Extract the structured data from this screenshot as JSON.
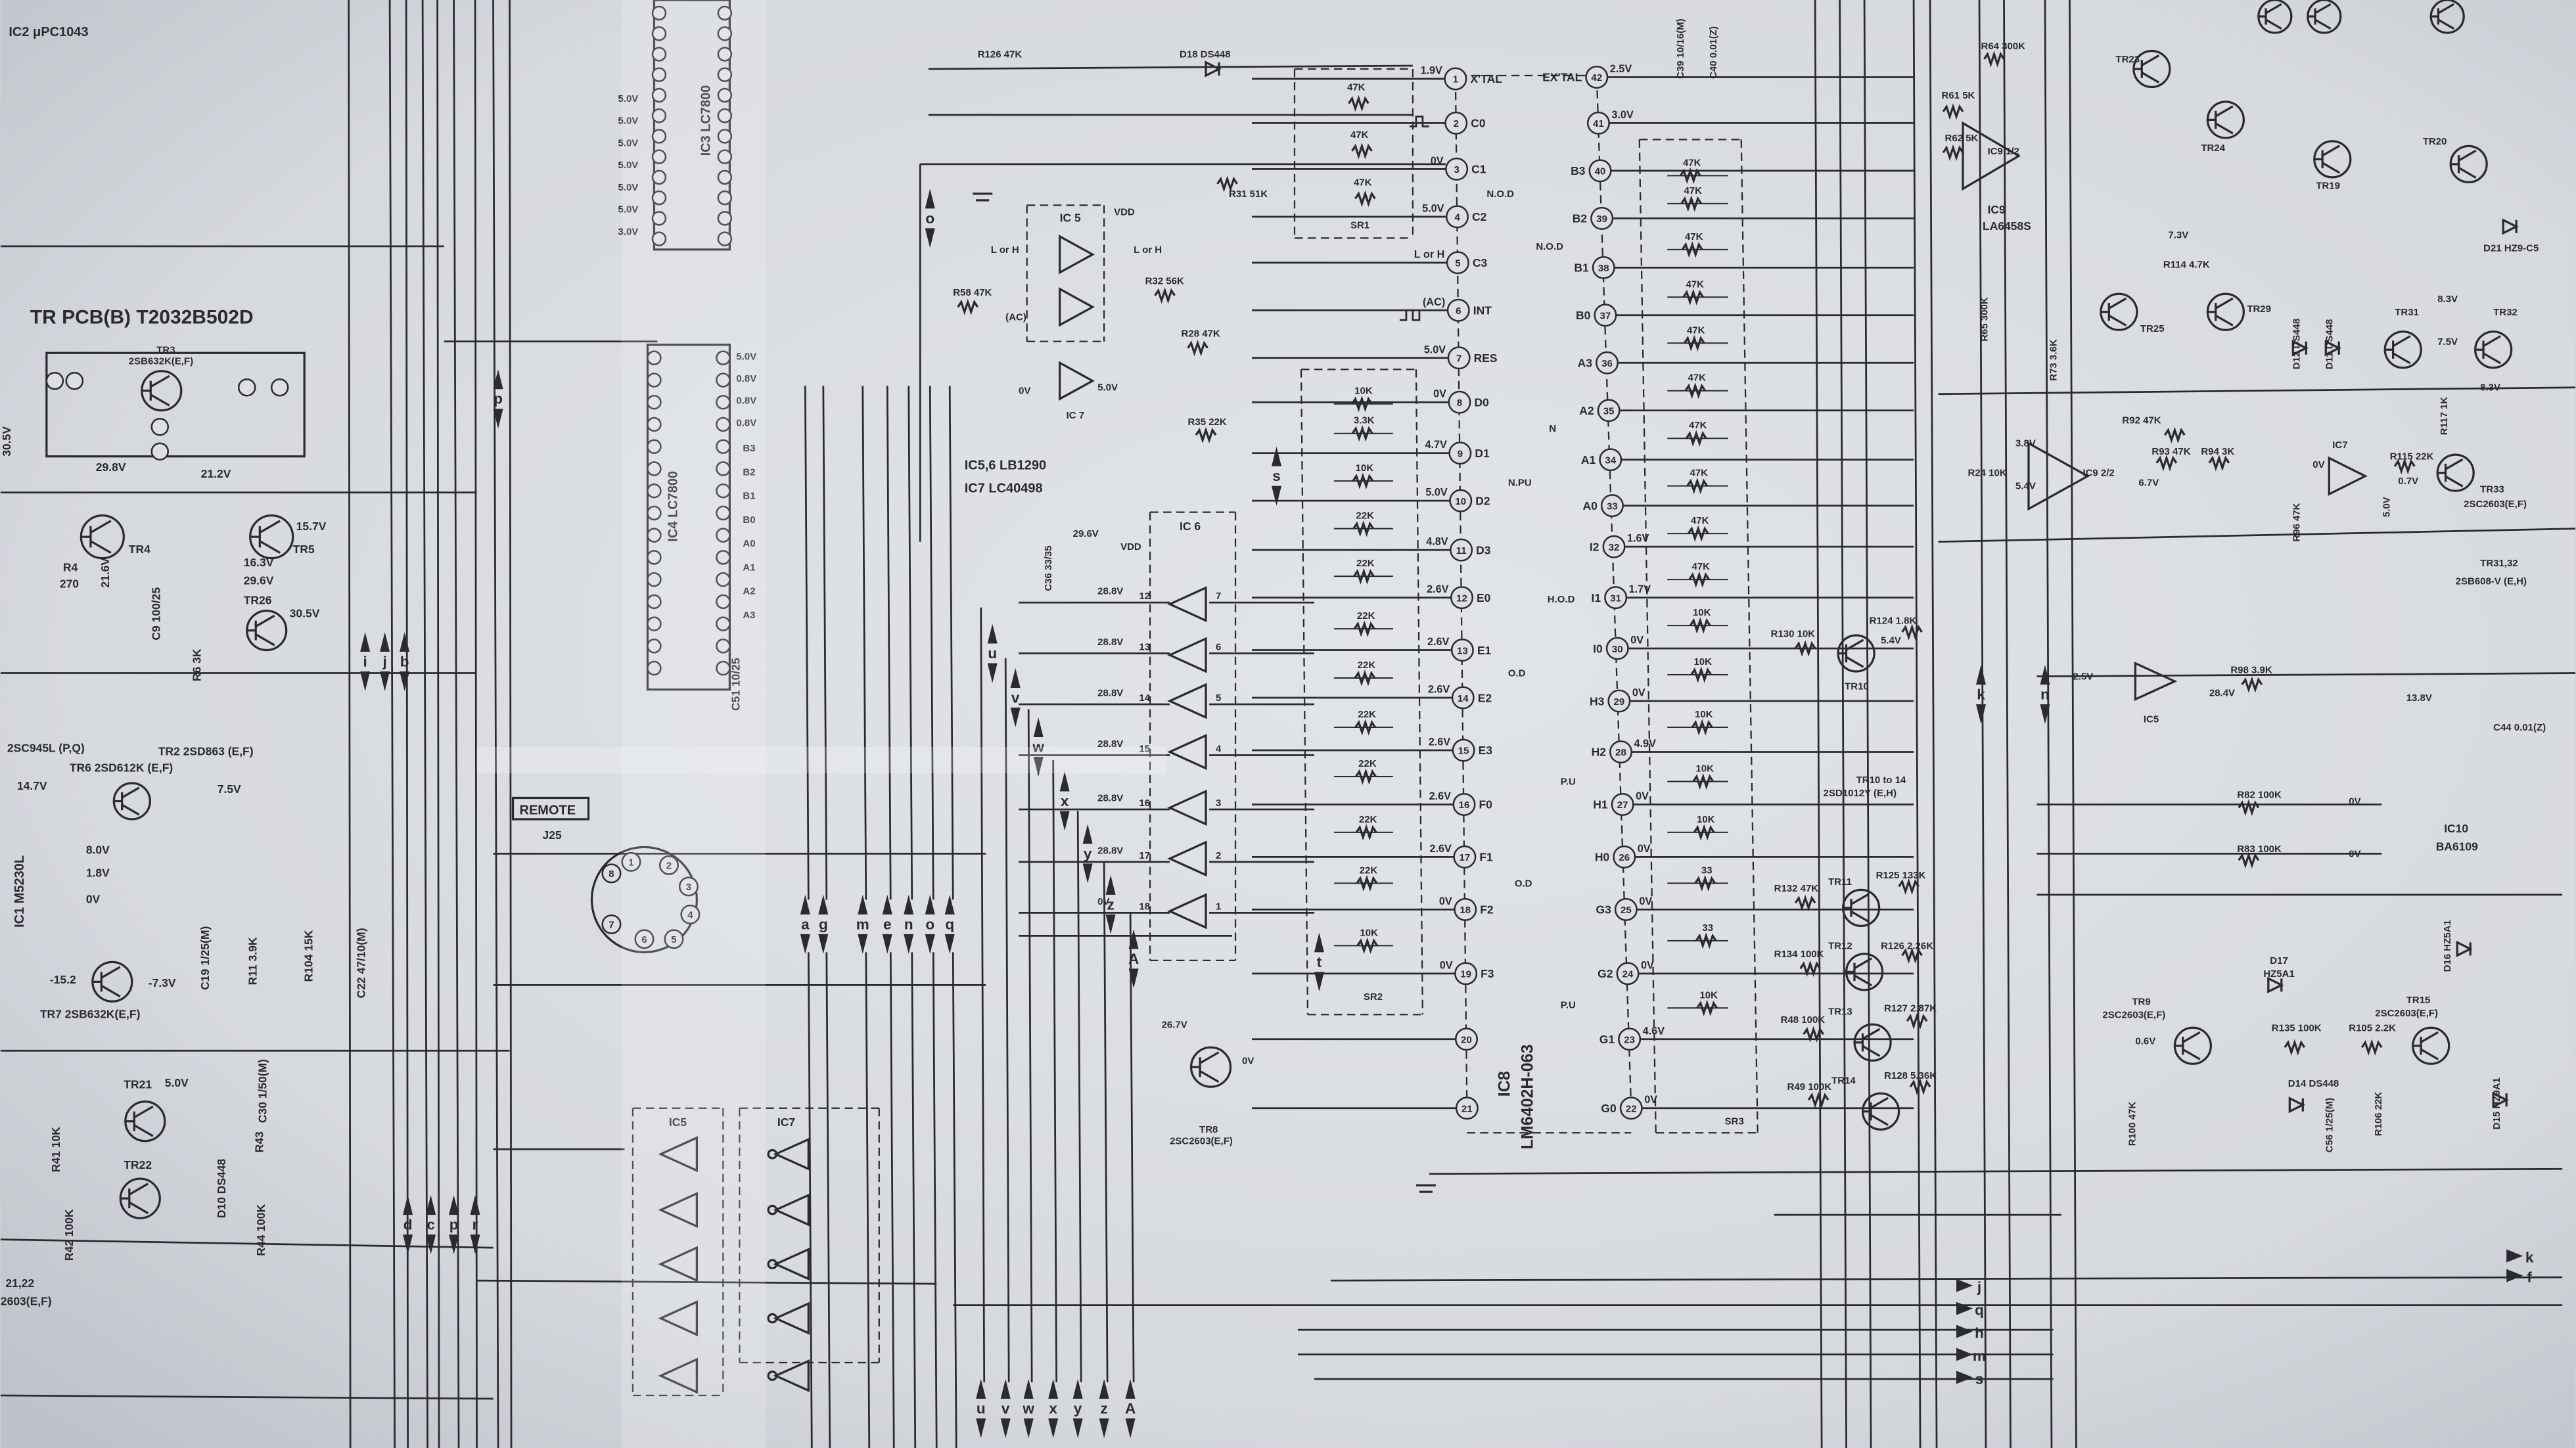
{
  "colors": {
    "paper": "#dcdfe3",
    "ink": "#2a2b30",
    "tape": "#ffffff"
  },
  "ic8": {
    "name": "IC8",
    "part": "LM6402H-063",
    "left_pins": [
      {
        "num": "1",
        "name": "X'TAL",
        "v": "1.9V"
      },
      {
        "num": "2",
        "name": "C0",
        "v": ""
      },
      {
        "num": "3",
        "name": "C1",
        "v": "0V"
      },
      {
        "num": "4",
        "name": "C2",
        "v": "5.0V"
      },
      {
        "num": "5",
        "name": "C3",
        "v": "L or H"
      },
      {
        "num": "6",
        "name": "INT",
        "v": "(AC)"
      },
      {
        "num": "7",
        "name": "RES",
        "v": "5.0V"
      },
      {
        "num": "8",
        "name": "D0",
        "v": "0V"
      },
      {
        "num": "9",
        "name": "D1",
        "v": "4.7V"
      },
      {
        "num": "10",
        "name": "D2",
        "v": "5.0V"
      },
      {
        "num": "11",
        "name": "D3",
        "v": "4.8V"
      },
      {
        "num": "12",
        "name": "E0",
        "v": "2.6V"
      },
      {
        "num": "13",
        "name": "E1",
        "v": "2.6V"
      },
      {
        "num": "14",
        "name": "E2",
        "v": "2.6V"
      },
      {
        "num": "15",
        "name": "E3",
        "v": "2.6V"
      },
      {
        "num": "16",
        "name": "F0",
        "v": "2.6V"
      },
      {
        "num": "17",
        "name": "F1",
        "v": "2.6V"
      },
      {
        "num": "18",
        "name": "F2",
        "v": "0V"
      },
      {
        "num": "19",
        "name": "F3",
        "v": "0V"
      },
      {
        "num": "20",
        "name": "",
        "v": ""
      },
      {
        "num": "21",
        "name": "",
        "v": ""
      }
    ],
    "right_pins": [
      {
        "num": "42",
        "name": "EX'TAL",
        "v": "2.5V"
      },
      {
        "num": "41",
        "name": "",
        "v": "3.0V"
      },
      {
        "num": "40",
        "name": "B3",
        "v": ""
      },
      {
        "num": "39",
        "name": "B2",
        "v": ""
      },
      {
        "num": "38",
        "name": "B1",
        "v": ""
      },
      {
        "num": "37",
        "name": "B0",
        "v": ""
      },
      {
        "num": "36",
        "name": "A3",
        "v": ""
      },
      {
        "num": "35",
        "name": "A2",
        "v": ""
      },
      {
        "num": "34",
        "name": "A1",
        "v": ""
      },
      {
        "num": "33",
        "name": "A0",
        "v": ""
      },
      {
        "num": "32",
        "name": "I2",
        "v": "1.6V"
      },
      {
        "num": "31",
        "name": "I1",
        "v": "1.7V"
      },
      {
        "num": "30",
        "name": "I0",
        "v": "0V"
      },
      {
        "num": "29",
        "name": "H3",
        "v": "0V"
      },
      {
        "num": "28",
        "name": "H2",
        "v": "4.9V"
      },
      {
        "num": "27",
        "name": "H1",
        "v": "0V"
      },
      {
        "num": "26",
        "name": "H0",
        "v": "0V"
      },
      {
        "num": "25",
        "name": "G3",
        "v": "0V"
      },
      {
        "num": "24",
        "name": "G2",
        "v": "0V"
      },
      {
        "num": "23",
        "name": "G1",
        "v": "4.6V"
      },
      {
        "num": "22",
        "name": "G0",
        "v": "0V"
      }
    ]
  },
  "sr2_values": [
    "10K",
    "3.3K",
    "10K",
    "22K",
    "22K",
    "22K",
    "22K",
    "22K",
    "22K",
    "22K",
    "22K",
    "10K"
  ],
  "sr3_values": [
    "47K",
    "47K",
    "47K",
    "47K",
    "47K",
    "47K",
    "47K",
    "47K",
    "47K",
    "47K",
    "10K",
    "10K",
    "10K",
    "10K",
    "10K",
    "33",
    "33",
    "10K"
  ],
  "ic6": {
    "in_pins": [
      "12",
      "13",
      "14",
      "15",
      "16",
      "17",
      "18"
    ],
    "out_pins": [
      "7",
      "6",
      "5",
      "4",
      "3",
      "2",
      "1"
    ],
    "voltages": [
      "28.8V",
      "28.8V",
      "28.8V",
      "28.8V",
      "28.8V",
      "28.8V",
      "0V"
    ]
  },
  "ic3_voltages": [
    "5.0V",
    "5.0V",
    "5.0V",
    "5.0V",
    "5.0V",
    "5.0V",
    "3.0V"
  ],
  "ic4_voltages": [
    "5.0V",
    "0.8V",
    "0.8V",
    "0.8V"
  ],
  "ic4_pin_names": [
    "B3",
    "B2",
    "B1",
    "B0",
    "A0",
    "A1",
    "A2",
    "A3"
  ],
  "j25_pins": [
    "1",
    "2",
    "3",
    "4",
    "5",
    "6",
    "7",
    "8"
  ],
  "bus_letters": [
    "p",
    "i",
    "j",
    "b",
    "d",
    "c",
    "p",
    "r",
    "a",
    "g",
    "m",
    "e",
    "n",
    "o",
    "q",
    "o",
    "u",
    "v",
    "w",
    "x",
    "y",
    "z",
    "A",
    "s",
    "t",
    "k",
    "n",
    "u",
    "v",
    "w",
    "x",
    "y",
    "z",
    "A",
    "j",
    "q",
    "h",
    "m",
    "s",
    "k",
    "f"
  ],
  "labels": [
    "IC2 μPC1043",
    "TR PCB(B) T2032B502D",
    "TR3",
    "2SB632K(E,F)",
    "30.5V",
    "29.8V",
    "21.2V",
    "TR4",
    "TR5",
    "15.7V",
    "16.3V",
    "29.6V",
    "TR26",
    "30.5V",
    "R4",
    "270",
    "21.6V",
    "C9 100/25",
    "R6 3K",
    "2SC945L (P,Q)",
    "TR2 2SD863 (E,F)",
    "TR6 2SD612K (E,F)",
    "14.7V",
    "7.5V",
    "IC1 M5230L",
    "8.0V",
    "1.8V",
    "0V",
    "-15.2",
    "-7.3V",
    "TR7 2SB632K(E,F)",
    "R11 3.9K",
    "R104 15K",
    "C22 47/10(M)",
    "C19 1/25(M)",
    "TR21",
    "5.0V",
    "TR22",
    "R41 10K",
    "D10 DS448",
    "R43",
    "R44 100K",
    "R42 100K",
    "21,22",
    "2603(E,F)",
    "C30 1/50(M)",
    "REMOTE",
    "J25",
    "IC3 LC7800",
    "IC4 LC7800",
    "C51 10/25",
    "R126 47K",
    "D18 DS448",
    "IC 5",
    "VDD",
    "L or H",
    "L or H",
    "R58 47K",
    "(AC)",
    "R31 51K",
    "R32 56K",
    "R28 47K",
    "IC 7",
    "0V",
    "5.0V",
    "R35 22K",
    "IC5,6   LB1290",
    "IC7     LC40498",
    "IC 6",
    "29.6V",
    "VDD",
    "C36 33/35",
    "47K",
    "47K",
    "47K",
    "SR1",
    "SR2",
    "N.O.D",
    "N.PU",
    "O.D",
    "O.D",
    "N.O.D",
    "N",
    "H.O.D",
    "P.U",
    "P.U",
    "IC8",
    "LM6402H-063",
    "SR3",
    "R130 10K",
    "TR10",
    "R124 1.8K",
    "5.4V",
    "TR10 to 14",
    "2SD1012Y (E,H)",
    "R132 47K",
    "TR11",
    "R125 133K",
    "R134 100K",
    "TR12",
    "R126 2.26K",
    "R48 100K",
    "TR13",
    "R127 2.87K",
    "R49 100K",
    "TR14",
    "R128 5.36K",
    "26.7V",
    "0V",
    "TR8",
    "2SC2603(E,F)",
    "IC5",
    "IC7",
    "R64 300K",
    "R61 5K",
    "R62 5K",
    "IC9 1/2",
    "IC9",
    "LA6458S",
    "R65 300K",
    "TR23",
    "TR24",
    "TR25",
    "TR29",
    "R114 4.7K",
    "7.3V",
    "TR31",
    "TR32",
    "8.3V",
    "7.5V",
    "8.3V",
    "D21 HZ9-C5",
    "TR20",
    "R92 47K",
    "IC9 2/2",
    "3.8V",
    "5.4V",
    "6.7V",
    "R93 47K",
    "R94 3K",
    "R24 10K",
    "IC7",
    "R115 22K",
    "0.7V",
    "TR33",
    "2SC2603(E,F)",
    "TR31,32",
    "2SB608-V (E,H)",
    "2.5V",
    "IC5",
    "R98 3.9K",
    "28.4V",
    "13.8V",
    "C44 0.01(Z)",
    "R82 100K",
    "R83 100K",
    "IC10",
    "BA6109",
    "0V",
    "0V",
    "D16 HZ5A1",
    "D17",
    "HZ5A1",
    "TR9",
    "2SC2603(E,F)",
    "0.6V",
    "TR15",
    "2SC2603(E,F)",
    "R135 100K",
    "R105 2.2K",
    "D14 DS448",
    "R100 47K",
    "R106 22K",
    "D15 HZ9A1",
    "C56 1/25(M)",
    "C39 10/16(M)",
    "C40 0.01(Z)",
    "TR19",
    "R73 3.6K",
    "D12 DS448",
    "D11 DS448",
    "R96 47K",
    "R117 1K",
    "0V",
    "5.0V"
  ]
}
